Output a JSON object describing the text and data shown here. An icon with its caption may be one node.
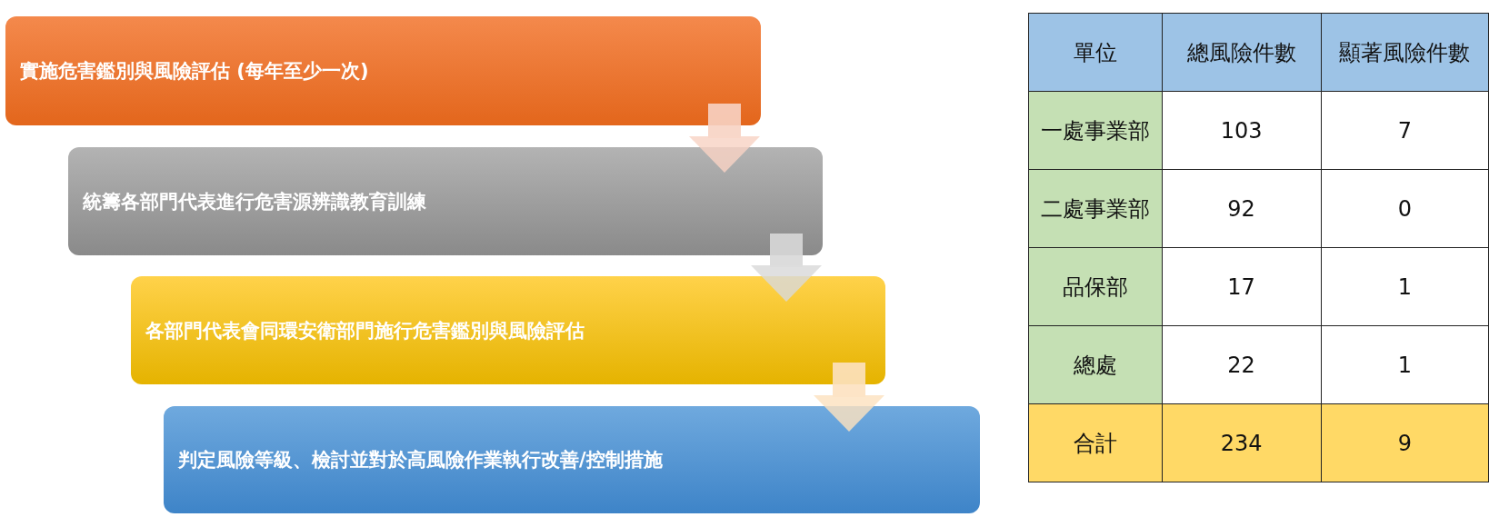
{
  "diagram": {
    "nodes": [
      {
        "text": [
          "實施危害鑑別與風險評估 (每年至少一次)"
        ]
      },
      {
        "text": [
          "統籌各部門代表進行危害源辨識教育訓練"
        ]
      },
      {
        "text": [
          "各部門代表會同環安衛部門施行危害鑑別與風險評估"
        ]
      },
      {
        "text": [
          "判定風險等級、檢討並對於高風險作業執行改善/控制措施"
        ]
      }
    ],
    "edges": [
      {
        "from": 0,
        "to": 1,
        "arrow": "to",
        "color": "#f8d3c4"
      },
      {
        "from": 1,
        "to": 2,
        "arrow": "to",
        "color": "#d9d9d9"
      },
      {
        "from": 2,
        "to": 3,
        "arrow": "to",
        "color": "#fde2c0"
      }
    ],
    "labels": [
      "單位",
      "總風險件數",
      "顯著風險件數",
      "一處事業部",
      "103",
      "7",
      "二處事業部",
      "92",
      "0",
      "品保部",
      "17",
      "1",
      "總處",
      "22",
      "1",
      "合計",
      "234",
      "9"
    ]
  }
}
